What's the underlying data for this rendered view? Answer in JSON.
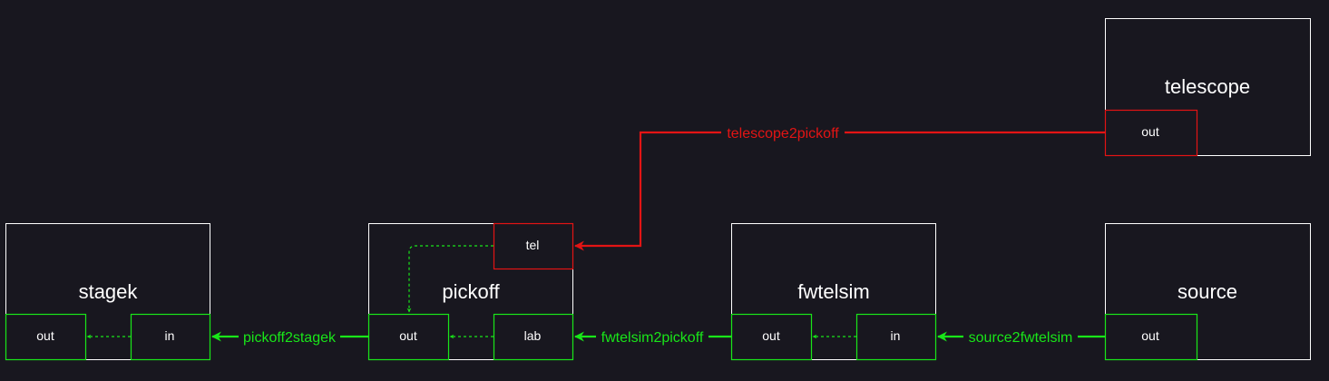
{
  "colors": {
    "background": "#18171f",
    "box_border": "#ffffff",
    "red": "#e31414",
    "green": "#19e619"
  },
  "diagram": {
    "blocks": {
      "telescope": {
        "title": "telescope",
        "port_out": "out"
      },
      "stagek": {
        "title": "stagek",
        "port_out": "out",
        "port_in": "in"
      },
      "pickoff": {
        "title": "pickoff",
        "port_tel": "tel",
        "port_out": "out",
        "port_lab": "lab"
      },
      "fwtelsim": {
        "title": "fwtelsim",
        "port_out": "out",
        "port_in": "in"
      },
      "source": {
        "title": "source",
        "port_out": "out"
      }
    },
    "connections": {
      "telescope2pickoff": {
        "label": "telescope2pickoff",
        "color": "red"
      },
      "pickoff2stagek": {
        "label": "pickoff2stagek",
        "color": "green"
      },
      "fwtelsim2pickoff": {
        "label": "fwtelsim2pickoff",
        "color": "green"
      },
      "source2fwtelsim": {
        "label": "source2fwtelsim",
        "color": "green"
      }
    }
  }
}
